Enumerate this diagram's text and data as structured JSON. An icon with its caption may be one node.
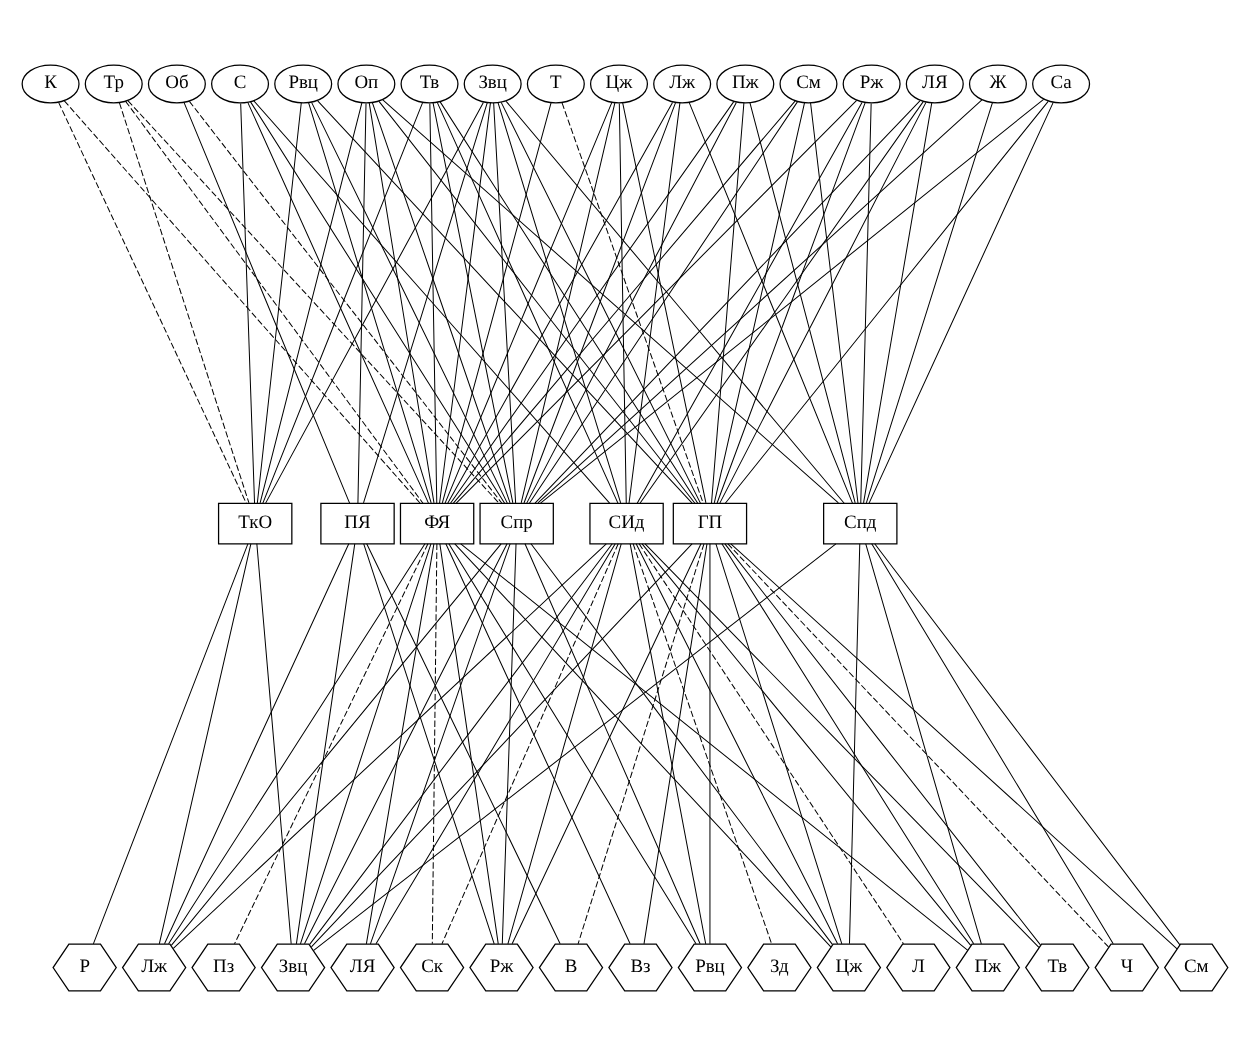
{
  "diagram": {
    "nodes": [
      {
        "text": [
          "К"
        ]
      },
      {
        "text": [
          "Тр"
        ]
      },
      {
        "text": [
          "Звц"
        ]
      },
      {
        "text": [
          "Рвц"
        ]
      },
      {
        "text": [
          "С"
        ]
      },
      {
        "text": [
          "Оп"
        ]
      },
      {
        "text": [
          "Тв"
        ]
      },
      {
        "text": [
          "Об"
        ]
      },
      {
        "text": [
          "Т"
        ]
      },
      {
        "text": [
          "См"
        ]
      },
      {
        "text": [
          "Цж"
        ]
      },
      {
        "text": [
          "Са"
        ]
      },
      {
        "text": [
          "Рж"
        ]
      },
      {
        "text": [
          "Пж"
        ]
      },
      {
        "text": [
          "ЛЯ"
        ]
      },
      {
        "text": [
          "Лж"
        ]
      },
      {
        "text": [
          "Ж"
        ]
      },
      {
        "text": [
          "ТкО"
        ]
      },
      {
        "text": [
          "ПЯ"
        ]
      },
      {
        "text": [
          "ФЯ"
        ]
      },
      {
        "text": [
          "Спр"
        ]
      },
      {
        "text": [
          "ГП"
        ]
      },
      {
        "text": [
          "СИд"
        ]
      },
      {
        "text": [
          "Спд"
        ]
      },
      {
        "text": [
          "Р"
        ]
      },
      {
        "text": [
          "Тв"
        ]
      },
      {
        "text": [
          "См"
        ]
      },
      {
        "text": [
          "ЛЯ"
        ]
      },
      {
        "text": [
          "Рвц"
        ]
      },
      {
        "text": [
          "Ч"
        ]
      },
      {
        "text": [
          "Цж"
        ]
      },
      {
        "text": [
          "Пж"
        ]
      },
      {
        "text": [
          "Лж"
        ]
      },
      {
        "text": [
          "Звц"
        ]
      },
      {
        "text": [
          "Пз"
        ]
      },
      {
        "text": [
          "Рж"
        ]
      },
      {
        "text": [
          "Л"
        ]
      },
      {
        "text": [
          "Зд"
        ]
      },
      {
        "text": [
          "В"
        ]
      },
      {
        "text": [
          "Ск"
        ]
      },
      {
        "text": [
          "Вз"
        ]
      }
    ],
    "edges": [
      {
        "from": 0,
        "to": 17,
        "arrow": "none",
        "style": "dashed"
      },
      {
        "from": 0,
        "to": 19,
        "arrow": "none",
        "style": "dashed"
      },
      {
        "from": 1,
        "to": 17,
        "arrow": "none",
        "style": "dashed"
      },
      {
        "from": 1,
        "to": 19,
        "arrow": "none",
        "style": "dashed"
      },
      {
        "from": 1,
        "to": 20,
        "arrow": "none",
        "style": "dashed"
      },
      {
        "from": 2,
        "to": 17,
        "arrow": "none"
      },
      {
        "from": 2,
        "to": 18,
        "arrow": "none"
      },
      {
        "from": 2,
        "to": 19,
        "arrow": "none"
      },
      {
        "from": 2,
        "to": 20,
        "arrow": "none"
      },
      {
        "from": 2,
        "to": 21,
        "arrow": "none"
      },
      {
        "from": 2,
        "to": 22,
        "arrow": "none"
      },
      {
        "from": 2,
        "to": 23,
        "arrow": "none"
      },
      {
        "from": 3,
        "to": 17,
        "arrow": "none"
      },
      {
        "from": 3,
        "to": 19,
        "arrow": "none"
      },
      {
        "from": 3,
        "to": 20,
        "arrow": "none"
      },
      {
        "from": 3,
        "to": 21,
        "arrow": "none"
      },
      {
        "from": 4,
        "to": 17,
        "arrow": "none"
      },
      {
        "from": 4,
        "to": 19,
        "arrow": "none"
      },
      {
        "from": 4,
        "to": 20,
        "arrow": "none"
      },
      {
        "from": 4,
        "to": 22,
        "arrow": "none"
      },
      {
        "from": 5,
        "to": 17,
        "arrow": "none"
      },
      {
        "from": 5,
        "to": 18,
        "arrow": "none"
      },
      {
        "from": 5,
        "to": 19,
        "arrow": "none"
      },
      {
        "from": 5,
        "to": 20,
        "arrow": "none"
      },
      {
        "from": 5,
        "to": 21,
        "arrow": "none"
      },
      {
        "from": 5,
        "to": 23,
        "arrow": "none"
      },
      {
        "from": 6,
        "to": 17,
        "arrow": "none"
      },
      {
        "from": 6,
        "to": 19,
        "arrow": "none"
      },
      {
        "from": 6,
        "to": 20,
        "arrow": "none"
      },
      {
        "from": 6,
        "to": 21,
        "arrow": "none"
      },
      {
        "from": 6,
        "to": 22,
        "arrow": "none"
      },
      {
        "from": 7,
        "to": 18,
        "arrow": "none"
      },
      {
        "from": 7,
        "to": 20,
        "arrow": "none",
        "style": "dashed"
      },
      {
        "from": 8,
        "to": 19,
        "arrow": "none"
      },
      {
        "from": 8,
        "to": 21,
        "arrow": "none",
        "style": "dashed"
      },
      {
        "from": 9,
        "to": 19,
        "arrow": "none"
      },
      {
        "from": 9,
        "to": 20,
        "arrow": "none"
      },
      {
        "from": 9,
        "to": 21,
        "arrow": "none"
      },
      {
        "from": 9,
        "to": 23,
        "arrow": "none"
      },
      {
        "from": 10,
        "to": 19,
        "arrow": "none"
      },
      {
        "from": 10,
        "to": 20,
        "arrow": "none"
      },
      {
        "from": 10,
        "to": 21,
        "arrow": "none"
      },
      {
        "from": 10,
        "to": 22,
        "arrow": "none"
      },
      {
        "from": 11,
        "to": 20,
        "arrow": "none"
      },
      {
        "from": 11,
        "to": 21,
        "arrow": "none"
      },
      {
        "from": 11,
        "to": 23,
        "arrow": "none"
      },
      {
        "from": 12,
        "to": 19,
        "arrow": "none"
      },
      {
        "from": 12,
        "to": 21,
        "arrow": "none"
      },
      {
        "from": 12,
        "to": 22,
        "arrow": "none"
      },
      {
        "from": 12,
        "to": 23,
        "arrow": "none"
      },
      {
        "from": 13,
        "to": 19,
        "arrow": "none"
      },
      {
        "from": 13,
        "to": 20,
        "arrow": "none"
      },
      {
        "from": 13,
        "to": 21,
        "arrow": "none"
      },
      {
        "from": 13,
        "to": 23,
        "arrow": "none"
      },
      {
        "from": 14,
        "to": 20,
        "arrow": "none"
      },
      {
        "from": 14,
        "to": 21,
        "arrow": "none"
      },
      {
        "from": 14,
        "to": 22,
        "arrow": "none"
      },
      {
        "from": 14,
        "to": 23,
        "arrow": "none"
      },
      {
        "from": 15,
        "to": 19,
        "arrow": "none"
      },
      {
        "from": 15,
        "to": 20,
        "arrow": "none"
      },
      {
        "from": 15,
        "to": 22,
        "arrow": "none"
      },
      {
        "from": 15,
        "to": 23,
        "arrow": "none"
      },
      {
        "from": 16,
        "to": 20,
        "arrow": "none"
      },
      {
        "from": 16,
        "to": 23,
        "arrow": "none"
      },
      {
        "from": 17,
        "to": 24,
        "arrow": "none"
      },
      {
        "from": 17,
        "to": 32,
        "arrow": "none"
      },
      {
        "from": 17,
        "to": 33,
        "arrow": "none"
      },
      {
        "from": 18,
        "to": 32,
        "arrow": "none"
      },
      {
        "from": 18,
        "to": 33,
        "arrow": "none"
      },
      {
        "from": 18,
        "to": 35,
        "arrow": "none"
      },
      {
        "from": 18,
        "to": 38,
        "arrow": "none"
      },
      {
        "from": 19,
        "to": 27,
        "arrow": "none"
      },
      {
        "from": 19,
        "to": 28,
        "arrow": "none"
      },
      {
        "from": 19,
        "to": 30,
        "arrow": "none"
      },
      {
        "from": 19,
        "to": 31,
        "arrow": "none"
      },
      {
        "from": 19,
        "to": 32,
        "arrow": "none"
      },
      {
        "from": 19,
        "to": 33,
        "arrow": "none"
      },
      {
        "from": 19,
        "to": 34,
        "arrow": "none",
        "style": "dashed"
      },
      {
        "from": 19,
        "to": 35,
        "arrow": "none"
      },
      {
        "from": 19,
        "to": 39,
        "arrow": "none",
        "style": "dashed"
      },
      {
        "from": 19,
        "to": 40,
        "arrow": "none"
      },
      {
        "from": 20,
        "to": 27,
        "arrow": "none"
      },
      {
        "from": 20,
        "to": 28,
        "arrow": "none"
      },
      {
        "from": 20,
        "to": 30,
        "arrow": "none"
      },
      {
        "from": 20,
        "to": 32,
        "arrow": "none"
      },
      {
        "from": 20,
        "to": 33,
        "arrow": "none"
      },
      {
        "from": 20,
        "to": 35,
        "arrow": "none"
      },
      {
        "from": 21,
        "to": 25,
        "arrow": "none"
      },
      {
        "from": 21,
        "to": 26,
        "arrow": "none"
      },
      {
        "from": 21,
        "to": 28,
        "arrow": "none"
      },
      {
        "from": 21,
        "to": 29,
        "arrow": "none",
        "style": "dashed"
      },
      {
        "from": 21,
        "to": 30,
        "arrow": "none"
      },
      {
        "from": 21,
        "to": 31,
        "arrow": "none"
      },
      {
        "from": 21,
        "to": 33,
        "arrow": "none"
      },
      {
        "from": 21,
        "to": 35,
        "arrow": "none"
      },
      {
        "from": 21,
        "to": 38,
        "arrow": "none",
        "style": "dashed"
      },
      {
        "from": 21,
        "to": 40,
        "arrow": "none"
      },
      {
        "from": 22,
        "to": 25,
        "arrow": "none"
      },
      {
        "from": 22,
        "to": 27,
        "arrow": "none"
      },
      {
        "from": 22,
        "to": 28,
        "arrow": "none"
      },
      {
        "from": 22,
        "to": 30,
        "arrow": "none"
      },
      {
        "from": 22,
        "to": 31,
        "arrow": "none"
      },
      {
        "from": 22,
        "to": 32,
        "arrow": "none"
      },
      {
        "from": 22,
        "to": 33,
        "arrow": "none"
      },
      {
        "from": 22,
        "to": 35,
        "arrow": "none"
      },
      {
        "from": 22,
        "to": 36,
        "arrow": "none",
        "style": "dashed"
      },
      {
        "from": 22,
        "to": 37,
        "arrow": "none",
        "style": "dashed"
      },
      {
        "from": 22,
        "to": 39,
        "arrow": "none",
        "style": "dashed"
      },
      {
        "from": 23,
        "to": 26,
        "arrow": "none"
      },
      {
        "from": 23,
        "to": 29,
        "arrow": "none"
      },
      {
        "from": 23,
        "to": 30,
        "arrow": "none"
      },
      {
        "from": 23,
        "to": 31,
        "arrow": "none"
      },
      {
        "from": 23,
        "to": 33,
        "arrow": "none"
      }
    ]
  }
}
